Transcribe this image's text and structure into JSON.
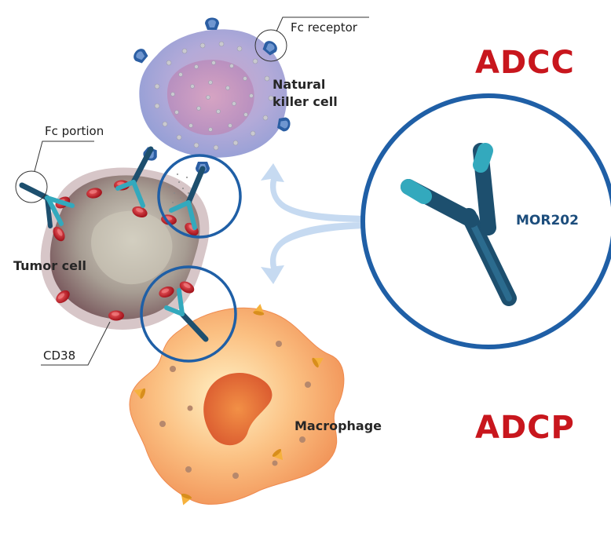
{
  "labels": {
    "fc_receptor": "Fc receptor",
    "natural_killer": "Natural\nkiller cell",
    "fc_portion": "Fc portion",
    "tumor_cell": "Tumor cell",
    "cd38": "CD38",
    "macrophage": "Macrophage",
    "mor202": "MOR202",
    "adcc": "ADCC",
    "adcp": "ADCP"
  },
  "colors": {
    "mechanism_text": "#c8161d",
    "circle_outline": "#1f5fa6",
    "antibody_dark": "#1d4f6e",
    "antibody_light": "#33a9bd",
    "cd38_red": "#c8232b",
    "nk_cell": "#9aa6dc",
    "macrophage": "#f49a52",
    "arrow": "#c6daf1"
  }
}
